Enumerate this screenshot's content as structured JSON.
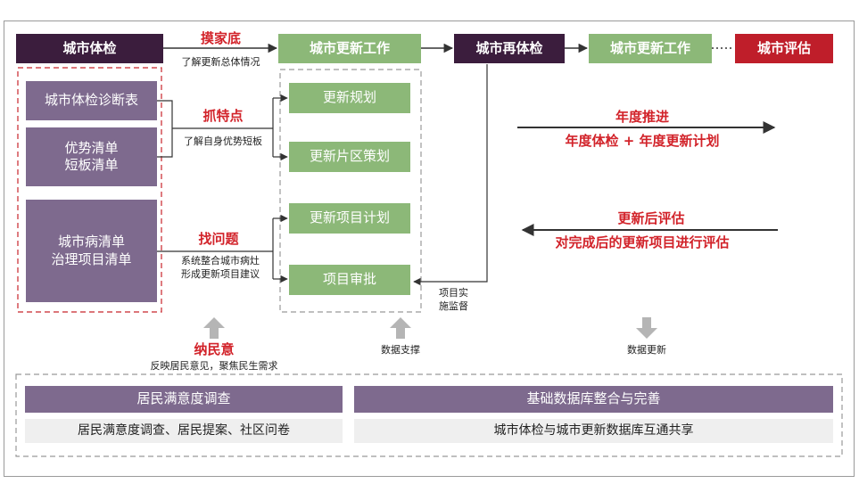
{
  "top_row": {
    "city_check": "城市体检",
    "update_work_1": "城市更新工作",
    "city_recheck": "城市再体检",
    "update_work_2": "城市更新工作",
    "dots": "·····",
    "city_eval": "城市评估"
  },
  "left_column": {
    "diagnosis_table": "城市体检诊断表",
    "advantage_list": "优势清单\n短板清单",
    "disease_list": "城市病清单\n治理项目清单"
  },
  "middle_column": {
    "plan": "更新规划",
    "area_policy": "更新片区策划",
    "project_plan": "更新项目计划",
    "approval": "项目审批"
  },
  "arrows": {
    "survey_title": "摸家底",
    "survey_sub": "了解更新总体情况",
    "features_title": "抓特点",
    "features_sub": "了解自身优势短板",
    "problems_title": "找问题",
    "problems_sub": "系统整合城市病灶\n形成更新项目建议",
    "implementation": "项目实\n施监督"
  },
  "right_panel": {
    "annual_title": "年度推进",
    "annual_sub": "年度体检 + 年度更新计划",
    "post_title": "更新后评估",
    "post_sub": "对完成后的更新项目进行评估"
  },
  "support": {
    "public_title": "纳民意",
    "public_sub": "反映居民意见，聚焦民生需求",
    "data_support": "数据支撑",
    "data_update": "数据更新"
  },
  "bottom": {
    "survey_header": "居民满意度调查",
    "survey_body": "居民满意度调查、居民提案、社区问卷",
    "db_header": "基础数据库整合与完善",
    "db_body": "城市体检与城市更新数据库互通共享"
  },
  "colors": {
    "dark": "#3b1d3d",
    "green": "#8cb878",
    "red": "#bf1e2a",
    "purple": "#7e6a8e",
    "accent_red": "#d2232a"
  }
}
